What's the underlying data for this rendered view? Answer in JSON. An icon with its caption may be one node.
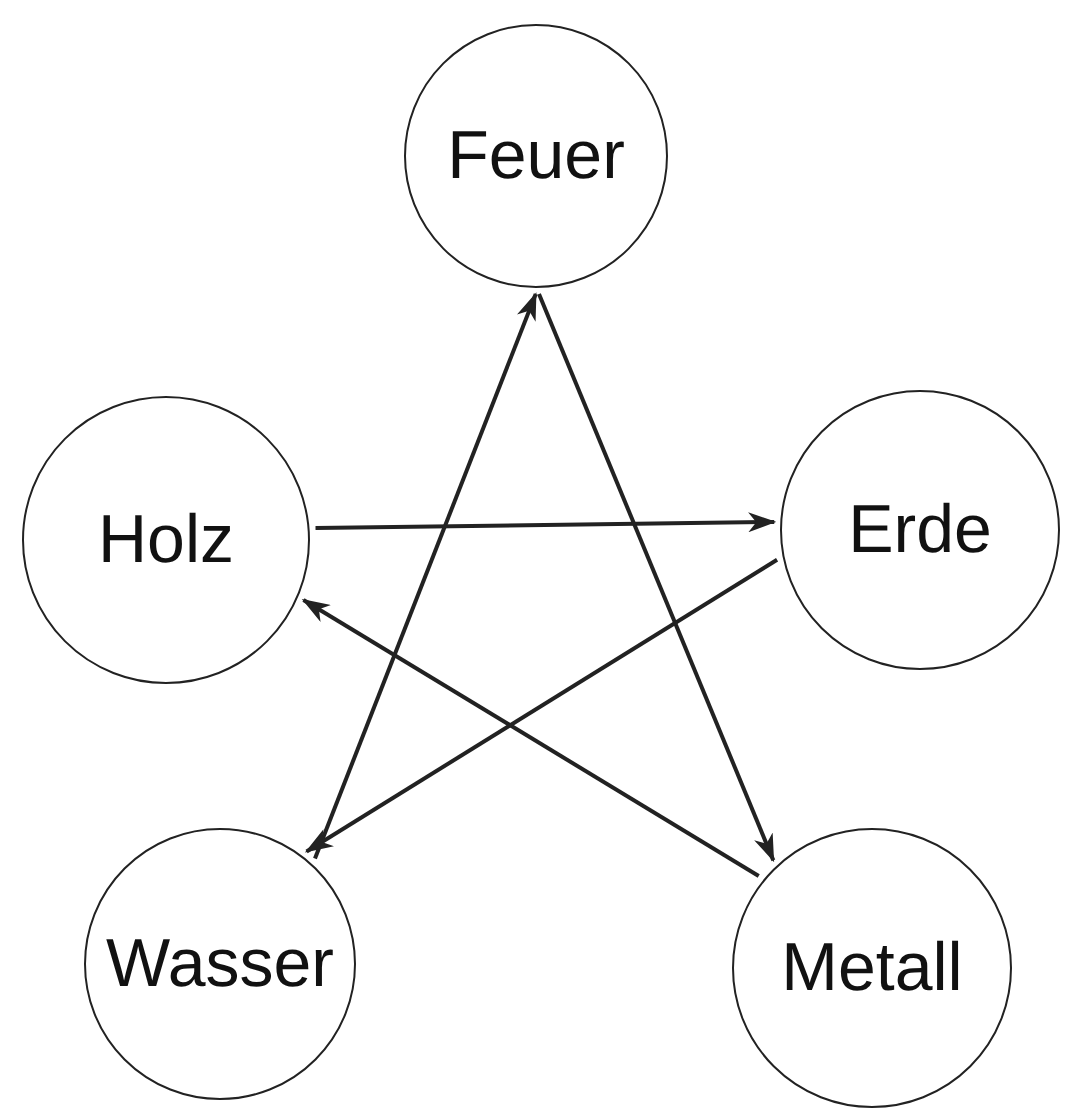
{
  "diagram": {
    "nodes": [
      {
        "text": [
          "Feuer"
        ]
      },
      {
        "text": [
          "Holz"
        ]
      },
      {
        "text": [
          "Erde"
        ]
      },
      {
        "text": [
          "Wasser"
        ]
      },
      {
        "text": [
          "Metall"
        ]
      }
    ],
    "edges": [
      {
        "from": 3,
        "to": 0,
        "arrow": "to"
      },
      {
        "from": 0,
        "to": 4,
        "arrow": "to"
      },
      {
        "from": 4,
        "to": 1,
        "arrow": "to"
      },
      {
        "from": 1,
        "to": 2,
        "arrow": "to"
      },
      {
        "from": 2,
        "to": 3,
        "arrow": "to"
      }
    ]
  }
}
